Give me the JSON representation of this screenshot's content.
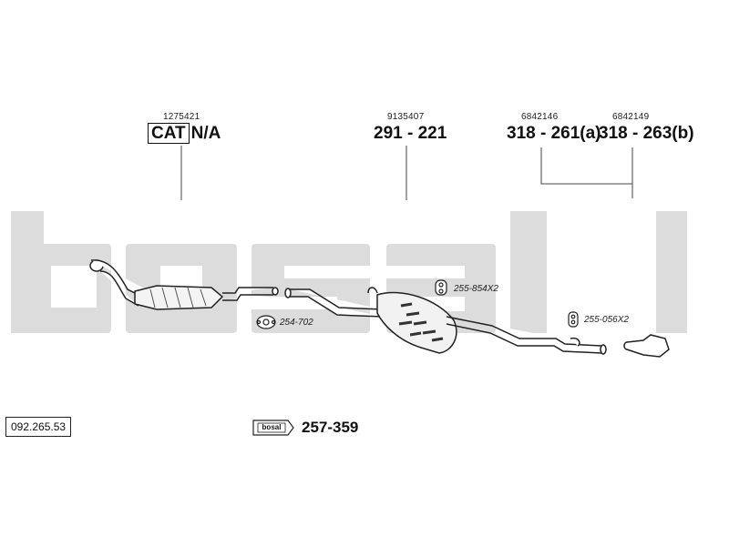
{
  "watermark": {
    "text": "bosal",
    "color": "#d9d9d9"
  },
  "parts": {
    "cat": {
      "ref": "1275421",
      "box_label": "CAT",
      "suffix": "N/A"
    },
    "middle": {
      "ref": "9135407",
      "number": "291 - 221"
    },
    "rear_a": {
      "ref": "6842146",
      "number": "318 - 261(a)"
    },
    "rear_b": {
      "ref": "6842149",
      "number": "318 - 263(b)"
    }
  },
  "fittings": {
    "gasket": "254-702",
    "hanger_1": "255-854X2",
    "hanger_2": "255-056X2"
  },
  "kit": {
    "badge": "bosal",
    "number": "257-359"
  },
  "catalog_number": "092.265.53"
}
